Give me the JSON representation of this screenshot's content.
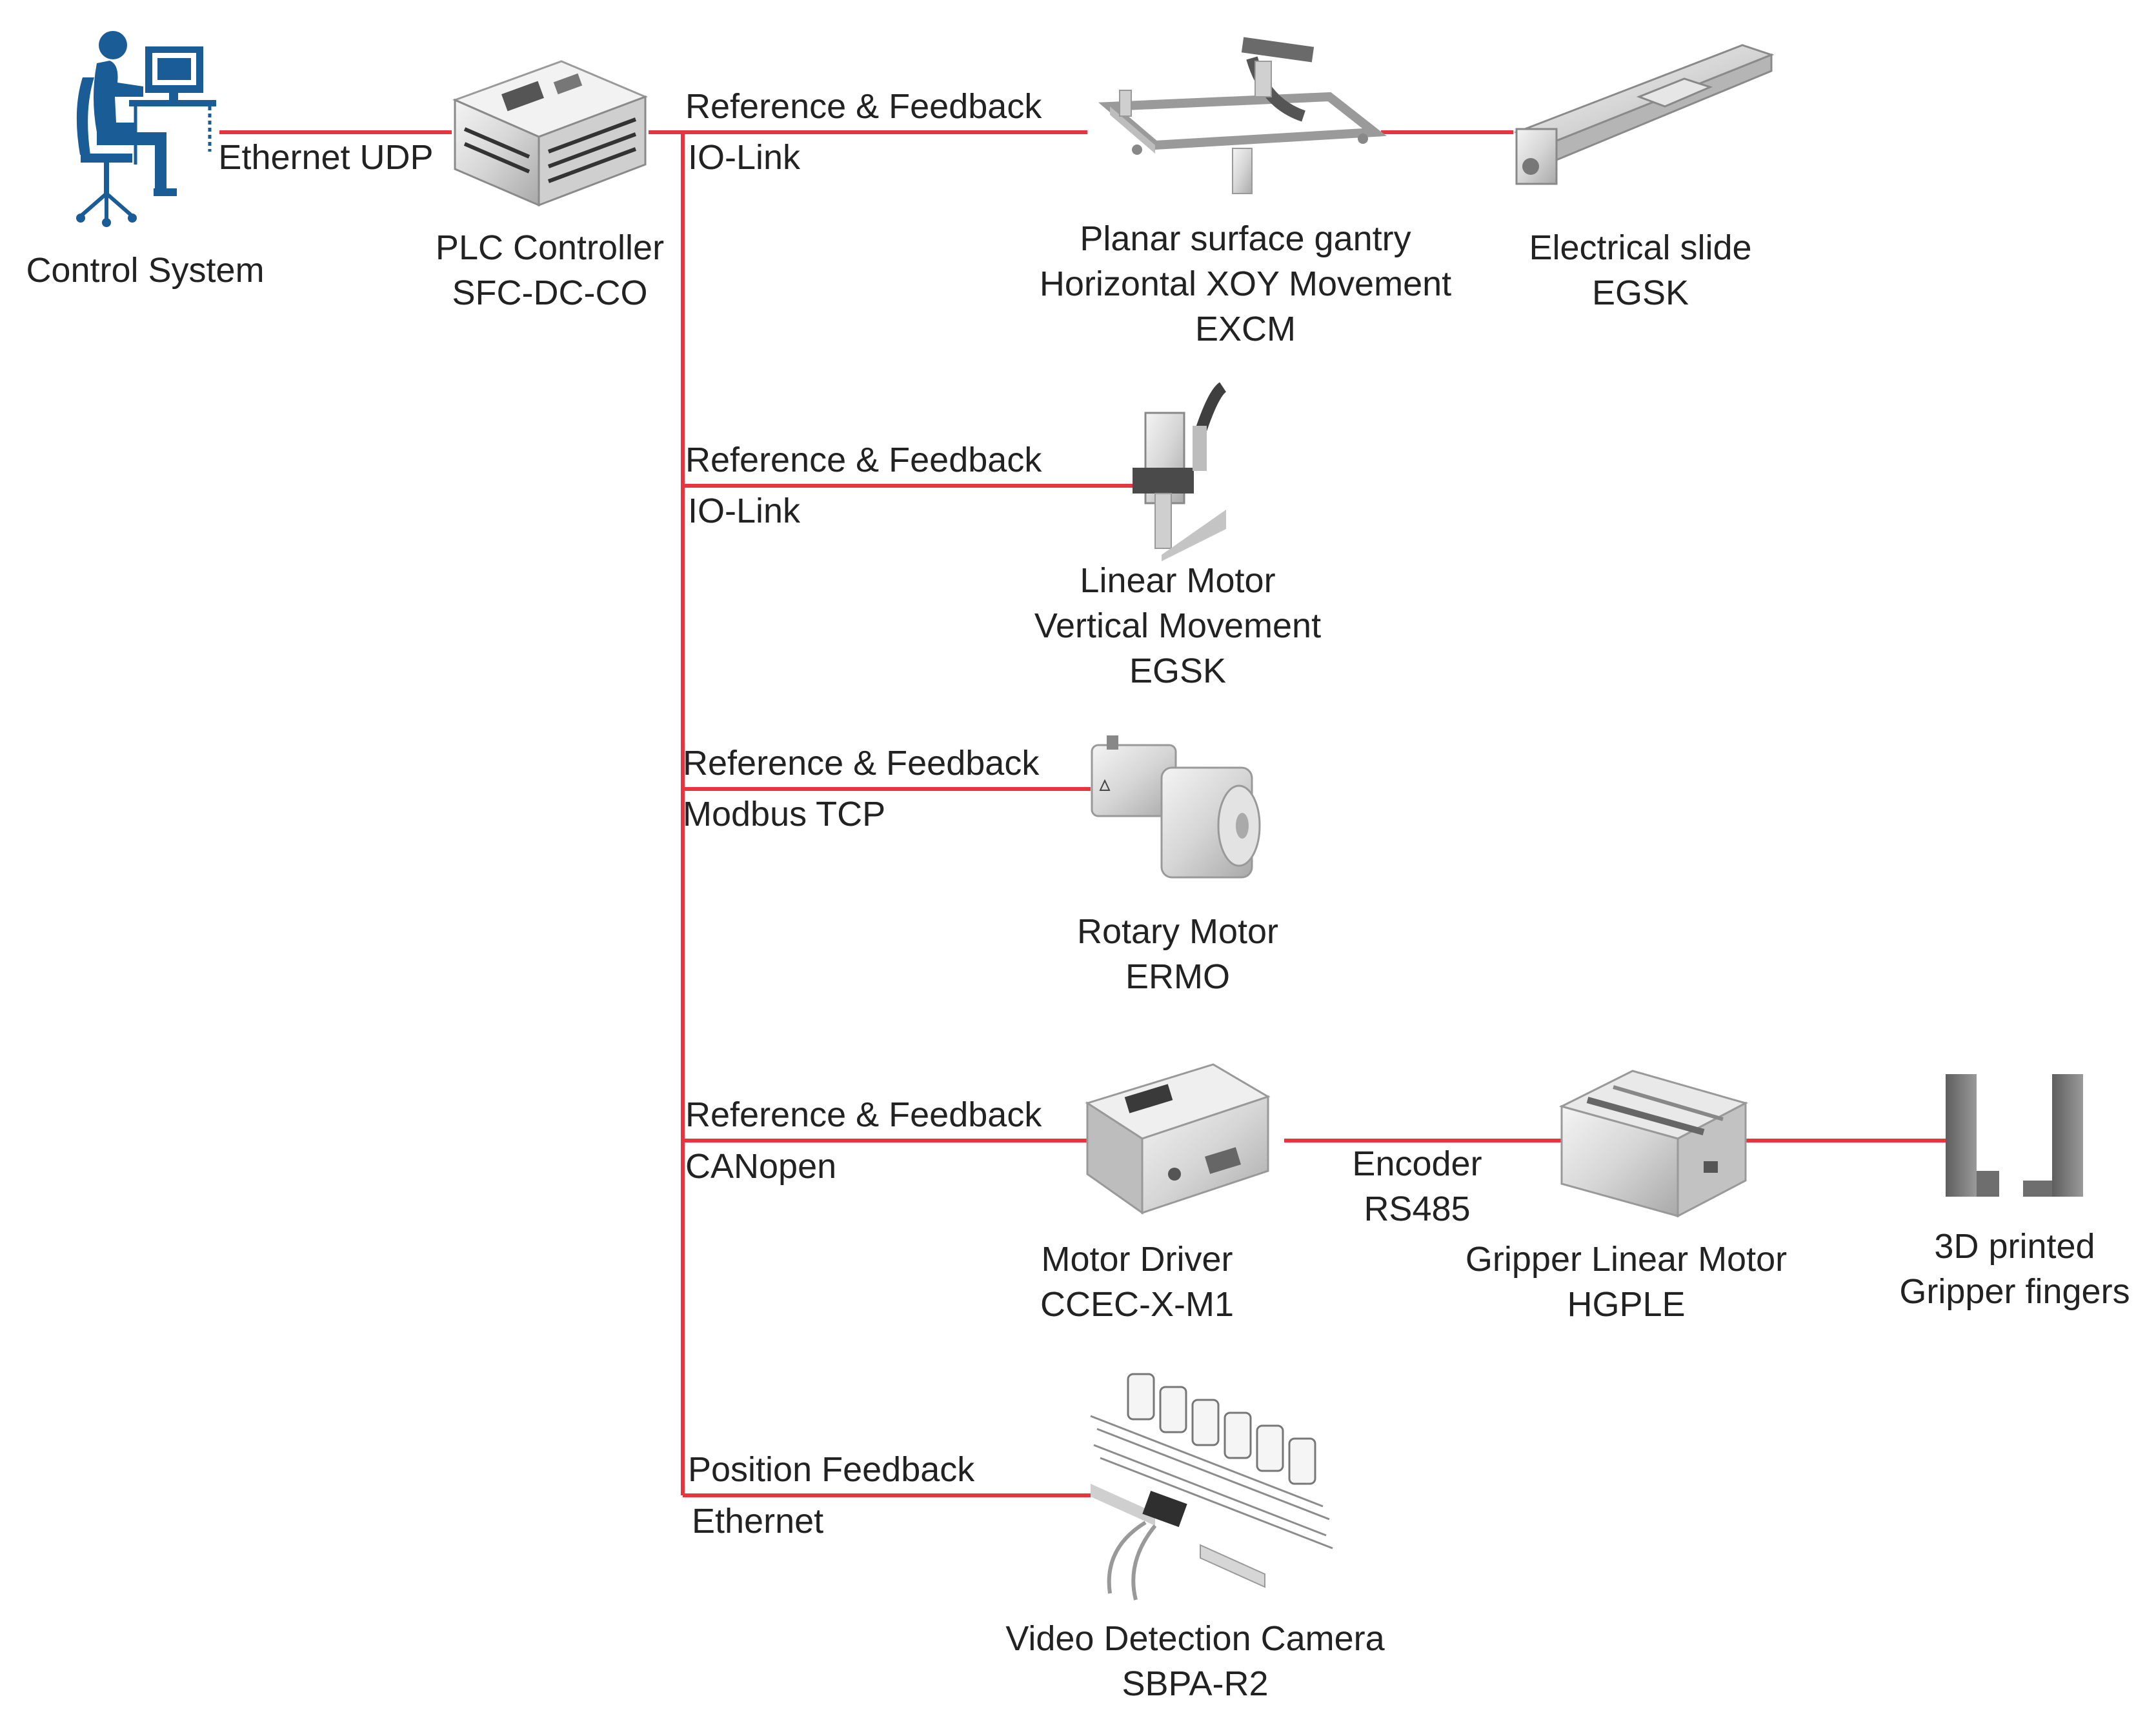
{
  "colors": {
    "wire": "#e8343c",
    "person": "#1a5c96",
    "device": "#d9d9d9"
  },
  "control_system": {
    "label": "Control System",
    "icon": "operator-at-computer-icon"
  },
  "plc": {
    "line1": "PLC Controller",
    "line2": "SFC-DC-CO",
    "link_label": "Ethernet UDP"
  },
  "branches": [
    {
      "signal": "Reference & Feedback",
      "protocol": "IO-Link"
    },
    {
      "signal": "Reference & Feedback",
      "protocol": "IO-Link"
    },
    {
      "signal": "Reference & Feedback",
      "protocol": "Modbus TCP"
    },
    {
      "signal": "Reference & Feedback",
      "protocol": "CANopen"
    },
    {
      "signal": "Position Feedback",
      "protocol": "Ethernet"
    }
  ],
  "devices": {
    "gantry": {
      "line1": "Planar surface gantry",
      "line2": "Horizontal XOY Movement",
      "line3": "EXCM"
    },
    "slide": {
      "line1": "Electrical slide",
      "line2": "EGSK"
    },
    "linear_motor": {
      "line1": "Linear Motor",
      "line2": "Vertical Movement",
      "line3": "EGSK"
    },
    "rotary_motor": {
      "line1": "Rotary Motor",
      "line2": "ERMO"
    },
    "motor_driver": {
      "line1": "Motor Driver",
      "line2": "CCEC-X-M1"
    },
    "gripper": {
      "line1": "Gripper Linear Motor",
      "line2": "HGPLE"
    },
    "fingers": {
      "line1": "3D printed",
      "line2": "Gripper fingers"
    },
    "camera": {
      "line1": "Video Detection Camera",
      "line2": "SBPA-R2"
    }
  },
  "encoder_link": {
    "line1": "Encoder",
    "line2": "RS485"
  }
}
